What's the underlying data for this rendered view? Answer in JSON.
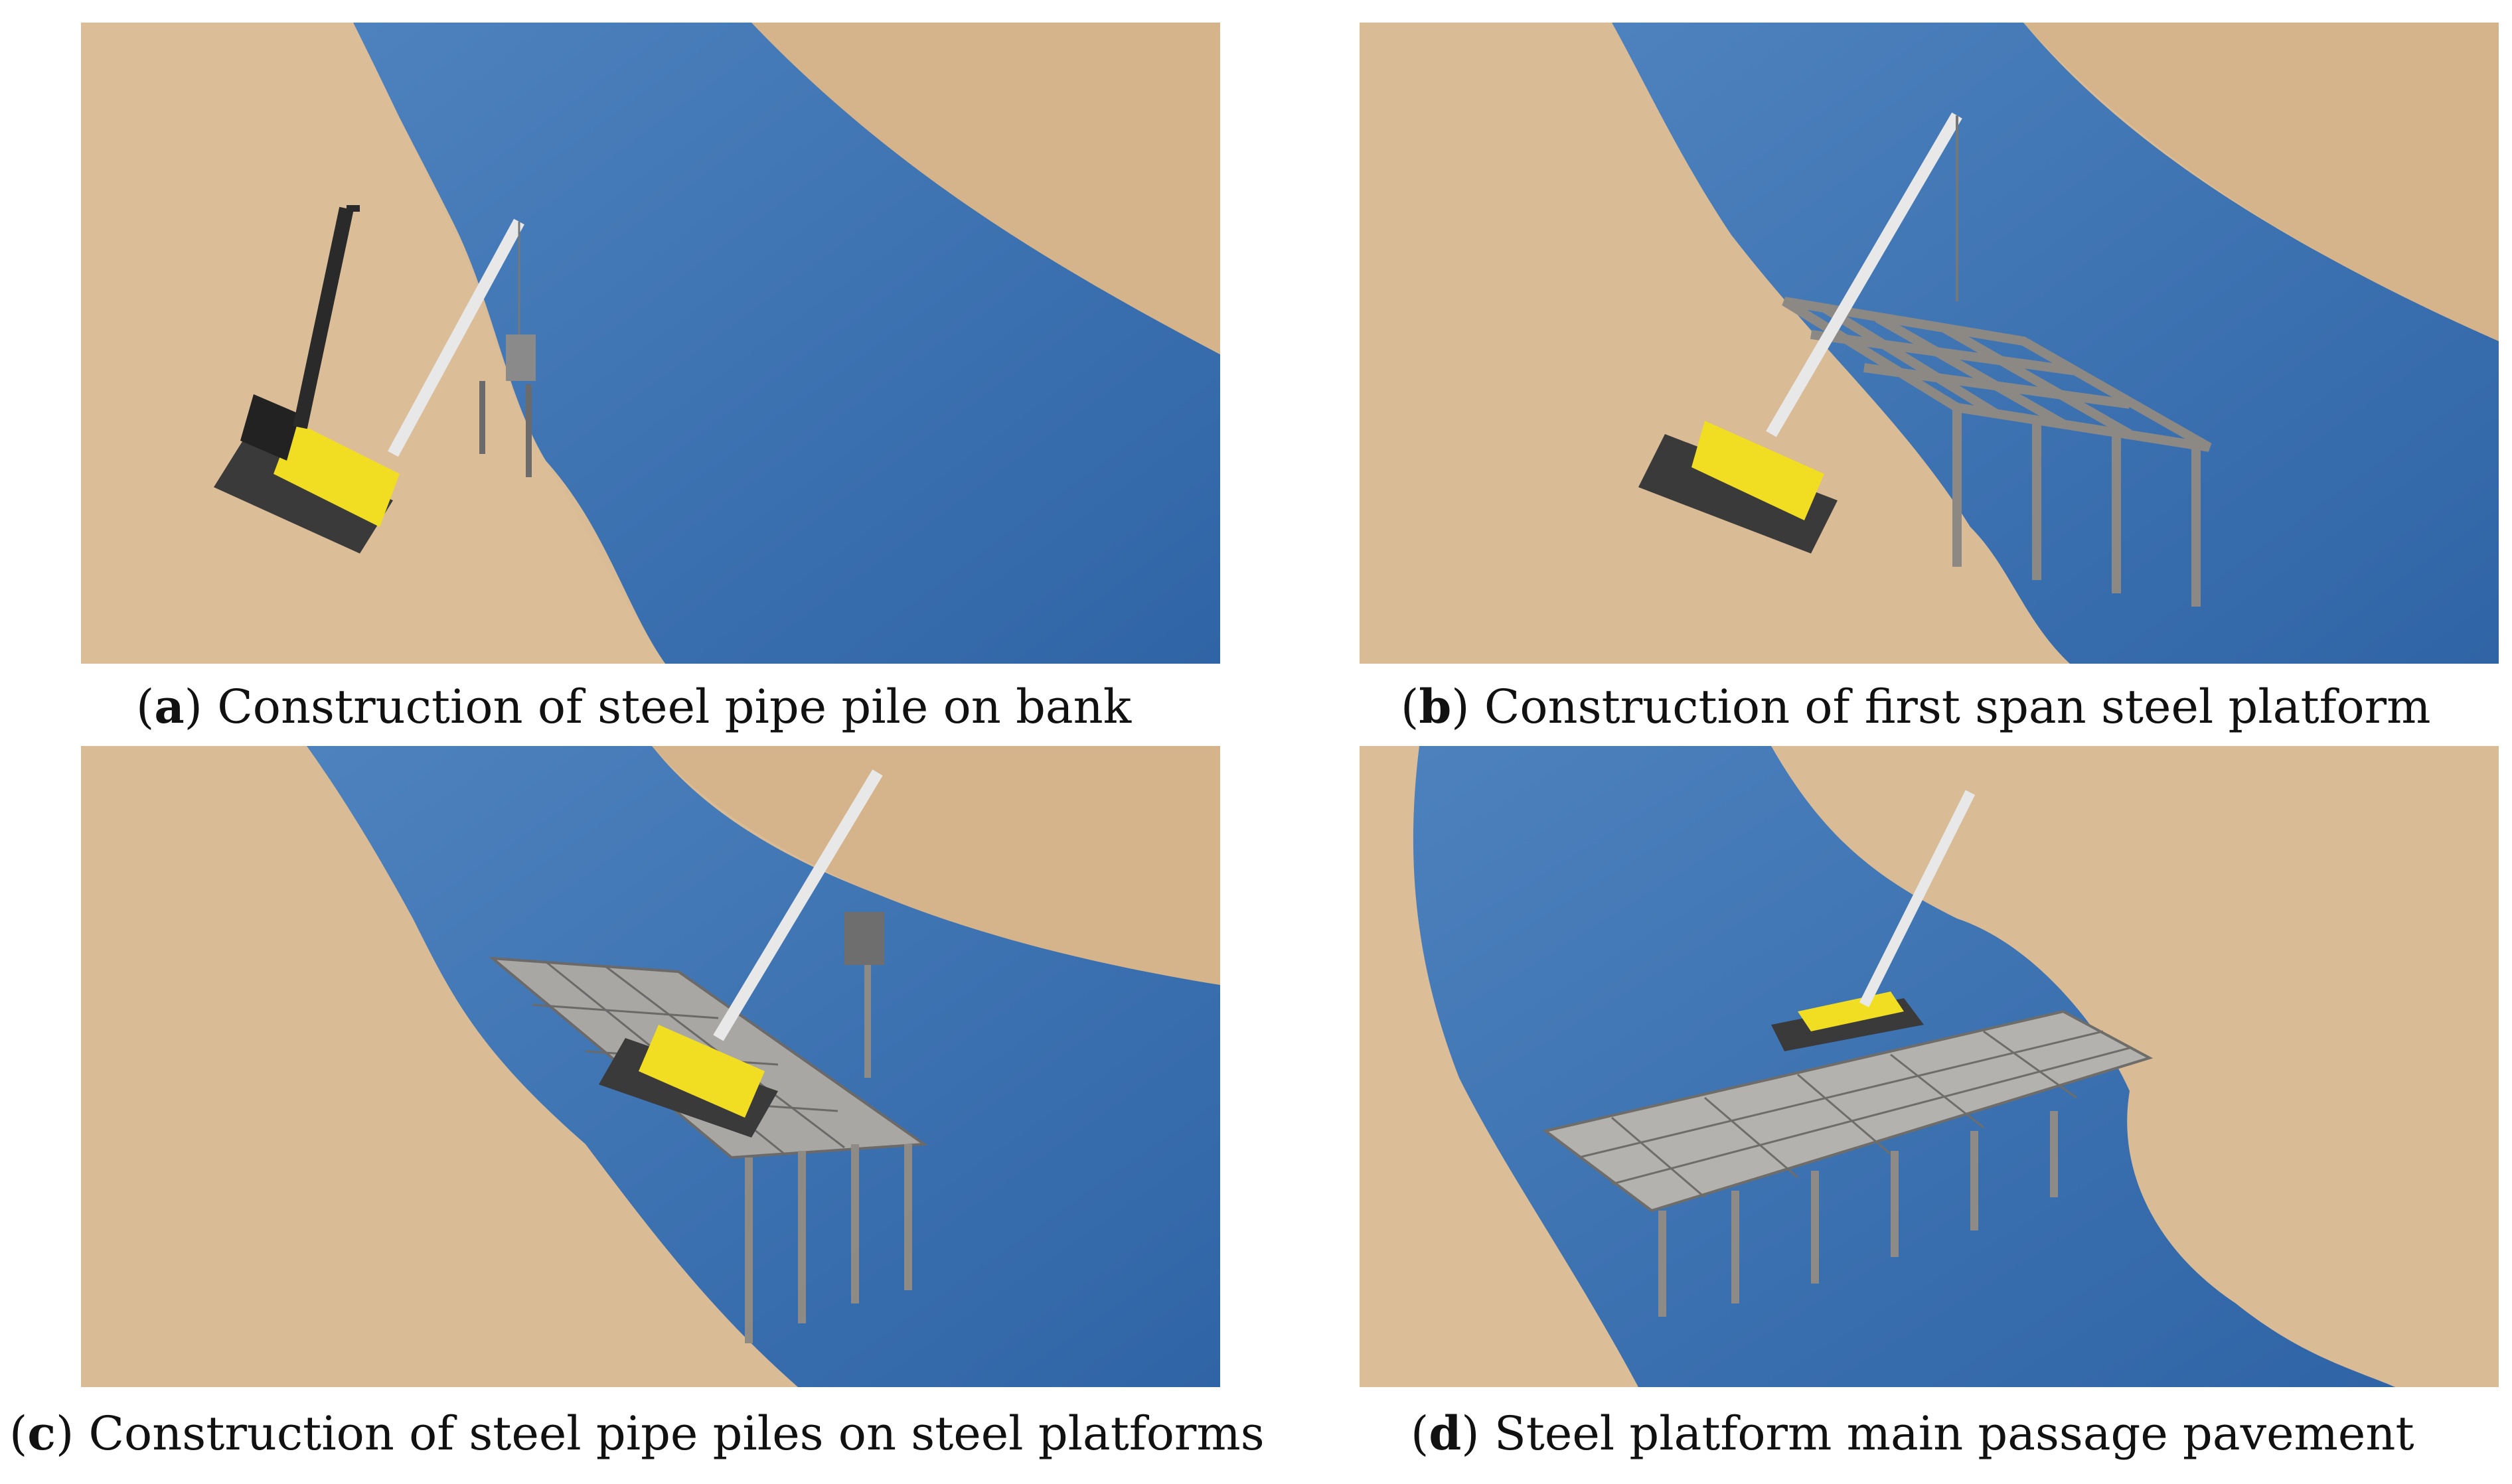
{
  "figure": {
    "panels": [
      {
        "id": "a",
        "letter": "a",
        "caption": "Construction of steel pipe pile on bank",
        "colors": {
          "sand": "#d8b994",
          "water": "#3f74b3",
          "crane": "#f3e020"
        }
      },
      {
        "id": "b",
        "letter": "b",
        "caption": "Construction of first span steel platform",
        "colors": {
          "sand": "#d8b994",
          "water": "#3f74b3",
          "crane": "#f3e020",
          "steel": "#9b9791"
        }
      },
      {
        "id": "c",
        "letter": "c",
        "caption": "Construction of steel pipe piles on steel platforms",
        "colors": {
          "sand": "#d8b994",
          "water": "#3f74b3",
          "crane": "#f3e020",
          "deck": "#a9a7a4"
        }
      },
      {
        "id": "d",
        "letter": "d",
        "caption": "Steel platform main passage pavement",
        "colors": {
          "sand": "#d8b994",
          "water": "#3f74b3",
          "crane": "#f3e020",
          "deck": "#b4b2ae"
        }
      }
    ]
  }
}
